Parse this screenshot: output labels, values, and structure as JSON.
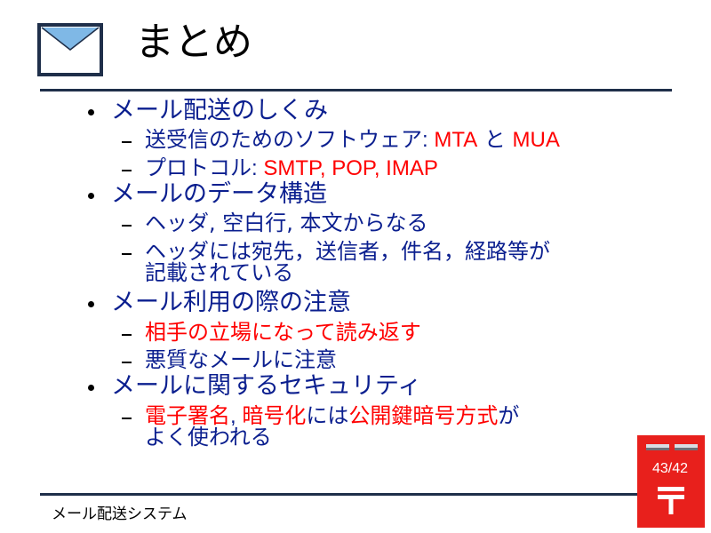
{
  "slide": {
    "title": "まとめ",
    "footer": "メール配送システム",
    "page_number": "43/42"
  },
  "colors": {
    "text_blue": "#0b1f8f",
    "highlight_red": "#ff0000",
    "rule": "#1f2f4a",
    "mailbox_red": "#e8201c"
  },
  "sections": [
    {
      "heading": "メール配送のしくみ",
      "items": [
        {
          "prefix": "送受信のためのソフトウェア",
          "sep": ": ",
          "red1": "MTA",
          "mid": " と ",
          "red2": "MUA"
        },
        {
          "prefix": "プロトコル",
          "sep": ": ",
          "red1": "SMTP, POP, IMAP"
        }
      ]
    },
    {
      "heading": "メールのデータ構造",
      "items": [
        {
          "text": "ヘッダ, 空白行, 本文からなる"
        },
        {
          "line1": "ヘッダには宛先，送信者，件名，経路等が",
          "line2": "記載されている"
        }
      ]
    },
    {
      "heading": "メール利用の際の注意",
      "items": [
        {
          "text": "相手の立場になって読み返す"
        },
        {
          "text": "悪質なメールに注意"
        }
      ]
    },
    {
      "heading": "メールに関するセキュリティ",
      "items": [
        {
          "red1": "電子署名",
          "sep": ", ",
          "red2": "暗号化",
          "mid": "には",
          "red3": "公開鍵暗号方式",
          "tail": "が",
          "line2": "よく使われる"
        }
      ]
    }
  ]
}
